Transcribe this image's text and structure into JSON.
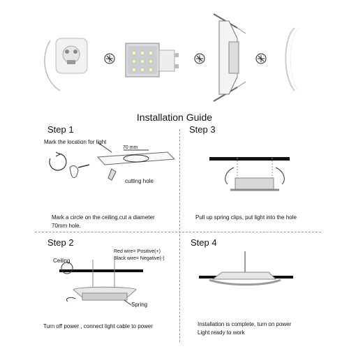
{
  "title": "Installation Guide",
  "step1": {
    "title": "Step 1",
    "instruction": "Mark the location for light",
    "dimension": "70 mm",
    "cutting_label": "cutting hole",
    "caption_line1": "Mark a circle on the ceiling,cut a diameter",
    "caption_line2": "70mm hole."
  },
  "step2": {
    "title": "Step 2",
    "red_wire": "Red wire= Positive(+)",
    "black_wire": "Black wire= Negative(-)",
    "ceiling_label": "Ceiling",
    "spring_label": "Spring",
    "caption": "Turn off power , connect light cable to power"
  },
  "step3": {
    "title": "Step 3",
    "caption": "Pull up spring clips, put light into the hole"
  },
  "step4": {
    "title": "Step 4",
    "caption_line1": "Installation is complete, turn on power",
    "caption_line2": "Light ready to work"
  }
}
